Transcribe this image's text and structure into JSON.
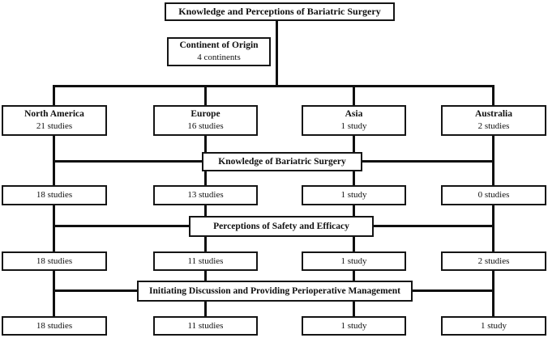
{
  "title": "Knowledge and Perceptions of Bariatric Surgery",
  "origin": {
    "label": "Continent of Origin",
    "count": "4 continents"
  },
  "continents": [
    {
      "name": "North America",
      "count": "21 studies"
    },
    {
      "name": "Europe",
      "count": "16 studies"
    },
    {
      "name": "Asia",
      "count": "1 study"
    },
    {
      "name": "Australia",
      "count": "2 studies"
    }
  ],
  "sections": [
    {
      "banner": "Knowledge of Bariatric Surgery",
      "counts": [
        "18 studies",
        "13 studies",
        "1 study",
        "0 studies"
      ]
    },
    {
      "banner": "Perceptions of Safety and Efficacy",
      "counts": [
        "18 studies",
        "11 studies",
        "1 study",
        "2 studies"
      ]
    },
    {
      "banner": "Initiating Discussion and Providing Perioperative Management",
      "counts": [
        "18 studies",
        "11 studies",
        "1 study",
        "1 study"
      ]
    }
  ],
  "colors": {
    "line": "#101010",
    "box_border": "#151515",
    "box_background": "#ffffff",
    "text": "#101010",
    "page_background": "#ffffff"
  }
}
